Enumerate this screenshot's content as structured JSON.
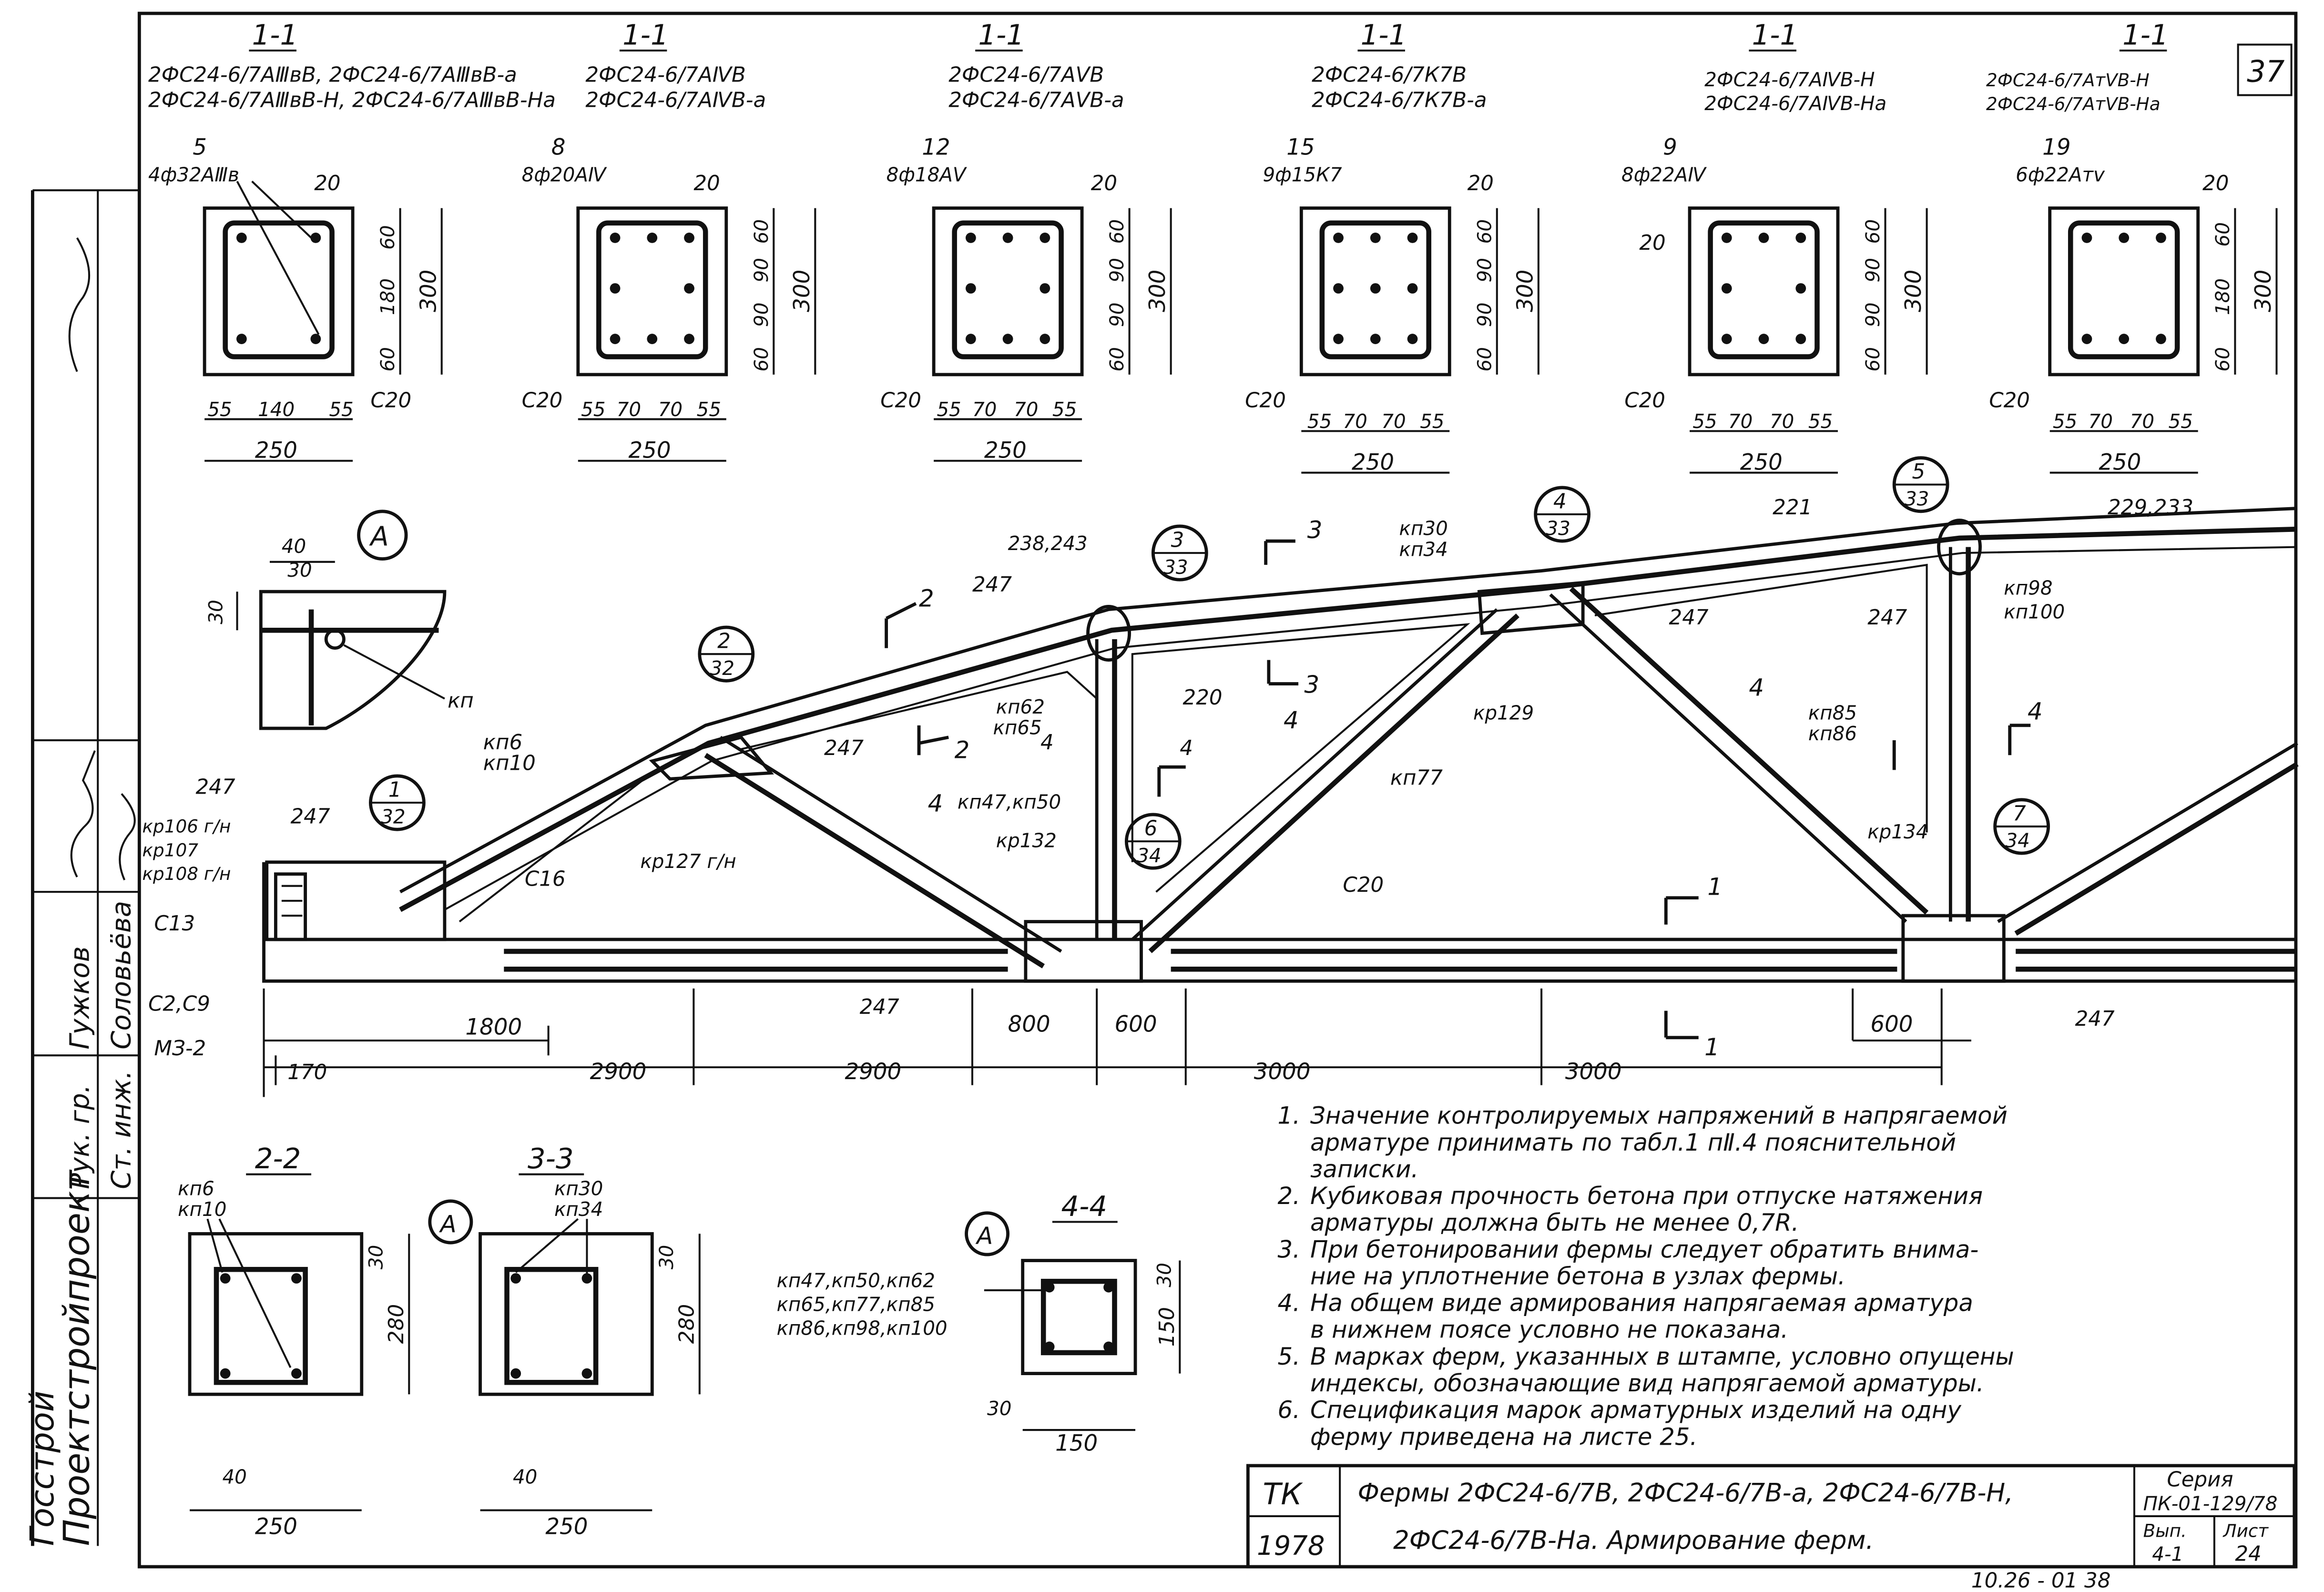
{
  "sheet": {
    "page_no": "37",
    "bottom_ref": "10.26 - 01 38",
    "colors": {
      "ink": "#111111",
      "paper": "#ffffff"
    }
  },
  "left_strip": {
    "org_a": "Проектстройпроект",
    "org_b": "Госстрой",
    "roles": [
      "Рук. гр.",
      "Ст. инж."
    ],
    "names": [
      "Гужков",
      "Соловьёва"
    ],
    "signatures_note": "signatures"
  },
  "sections_top": [
    {
      "cut": "1-1",
      "types": [
        "2ФС24-6/7АⅢвВ, 2ФС24-6/7АⅢвВ-а",
        "2ФС24-6/7АⅢвВ-Н, 2ФС24-6/7АⅢвВ-На"
      ],
      "pos": "5",
      "rebar": "4ф32АⅢв",
      "dims_w": [
        "55",
        "140",
        "55"
      ],
      "total_w": "250",
      "dims_h": [
        "60",
        "180",
        "60"
      ],
      "total_h": "300",
      "cover": "20",
      "stirrup": "С20"
    },
    {
      "cut": "1-1",
      "types": [
        "2ФС24-6/7АⅣВ",
        "2ФС24-6/7АⅣВ-а"
      ],
      "pos": "8",
      "rebar": "8ф20АⅣ",
      "dims_w": [
        "55",
        "70",
        "70",
        "55"
      ],
      "total_w": "250",
      "dims_h": [
        "60",
        "90",
        "90",
        "60"
      ],
      "total_h": "300",
      "cover": "20",
      "stirrup": "С20"
    },
    {
      "cut": "1-1",
      "types": [
        "2ФС24-6/7АⅤВ",
        "2ФС24-6/7АⅤВ-а"
      ],
      "pos": "12",
      "rebar": "8ф18АⅤ",
      "dims_w": [
        "55",
        "70",
        "70",
        "55"
      ],
      "total_w": "250",
      "dims_h": [
        "60",
        "90",
        "90",
        "60"
      ],
      "total_h": "300",
      "cover": "20",
      "stirrup": "С20"
    },
    {
      "cut": "1-1",
      "types": [
        "2ФС24-6/7К7В",
        "2ФС24-6/7К7В-а"
      ],
      "pos": "15",
      "rebar": "9ф15К7",
      "dims_w": [
        "55",
        "70",
        "70",
        "55"
      ],
      "total_w": "250",
      "dims_h": [
        "60",
        "90",
        "90",
        "60"
      ],
      "total_h": "300",
      "cover": "20",
      "stirrup": "С20"
    },
    {
      "cut": "1-1",
      "types": [
        "2ФС24-6/7АⅣВ-Н",
        "2ФС24-6/7АⅣВ-На"
      ],
      "pos": "9",
      "rebar": "8ф22АⅣ",
      "dims_w": [
        "55",
        "70",
        "70",
        "55"
      ],
      "total_w": "250",
      "dims_h": [
        "60",
        "90",
        "90",
        "60"
      ],
      "total_h": "300",
      "cover": "20",
      "stirrup": "С20"
    },
    {
      "cut": "1-1",
      "types": [
        "2ФС24-6/7АтⅤВ-Н",
        "2ФС24-6/7АтⅤВ-На"
      ],
      "pos": "19",
      "rebar": "6ф22Атⅴ",
      "dims_w": [
        "55",
        "70",
        "70",
        "55"
      ],
      "total_w": "250",
      "dims_h": [
        "60",
        "180",
        "60"
      ],
      "total_h": "300",
      "cover": "20",
      "stirrup": "С20"
    }
  ],
  "detail_a": {
    "mark": "А",
    "d1": "40",
    "d2": "30",
    "d3": "30",
    "label": "кп"
  },
  "truss": {
    "callouts": [
      {
        "num": "1",
        "sheet": "32"
      },
      {
        "num": "2",
        "sheet": "32"
      },
      {
        "num": "3",
        "sheet": "33"
      },
      {
        "num": "4",
        "sheet": "33"
      },
      {
        "num": "5",
        "sheet": "33"
      },
      {
        "num": "6",
        "sheet": "34"
      },
      {
        "num": "7",
        "sheet": "34"
      }
    ],
    "labels": [
      "247",
      "247",
      "247",
      "247",
      "247",
      "247",
      "247",
      "247",
      "кр106 г/н",
      "кр107",
      "кр108 г/н",
      "С13",
      "С2,С9",
      "МЗ-2",
      "С16",
      "кп6",
      "кп10",
      "кр127 г/н",
      "кп62",
      "кп65",
      "кп47,кп50",
      "кр132",
      "кп77",
      "кп30",
      "кп34",
      "238,243",
      "220",
      "кр129",
      "кп85",
      "кп86",
      "кр134",
      "кп98",
      "кп100",
      "221",
      "229,233",
      "С20"
    ],
    "cuts": [
      "1",
      "1",
      "2",
      "2",
      "3",
      "3",
      "4",
      "4",
      "4",
      "4",
      "4",
      "4"
    ],
    "dims": [
      "1800",
      "170",
      "2900",
      "2900",
      "800",
      "600",
      "3000",
      "3000",
      "600"
    ]
  },
  "bottom_sections": [
    {
      "cut": "2-2",
      "labels": [
        "кп6",
        "кп10"
      ],
      "dims": [
        "280",
        "30",
        "40",
        "250"
      ]
    },
    {
      "cut": "3-3",
      "labels": [
        "кп30",
        "кп34"
      ],
      "dims": [
        "280",
        "30",
        "40",
        "250"
      ]
    },
    {
      "cut": "4-4",
      "labels": [
        "кп47,кп50,кп62",
        "кп65,кп77,кп85",
        "кп86,кп98,кп100"
      ],
      "dims": [
        "30",
        "150",
        "30",
        "150"
      ]
    }
  ],
  "notes": [
    {
      "n": "1.",
      "lines": [
        "Значение контролируемых напряжений в напрягаемой",
        "арматуре принимать по табл.1 пⅡ.4 пояснительной",
        "записки."
      ]
    },
    {
      "n": "2.",
      "lines": [
        "Кубиковая прочность бетона при отпуске натяжения",
        "арматуры должна быть не менее 0,7R."
      ]
    },
    {
      "n": "3.",
      "lines": [
        "При бетонировании фермы следует обратить внима-",
        "ние на уплотнение бетона в узлах фермы."
      ]
    },
    {
      "n": "4.",
      "lines": [
        "На общем виде армирования напрягаемая арматура",
        "в нижнем поясе условно не показана."
      ]
    },
    {
      "n": "5.",
      "lines": [
        "В марках ферм, указанных в штампе, условно опущены",
        "индексы, обозначающие вид напрягаемой арматуры."
      ]
    },
    {
      "n": "6.",
      "lines": [
        "Спецификация марок арматурных изделий на одну",
        "ферму приведена на листе 25."
      ]
    }
  ],
  "title_block": {
    "code": "ТК",
    "year": "1978",
    "title_l1": "Фермы 2ФС24-6/7В, 2ФС24-6/7В-а, 2ФС24-6/7В-Н,",
    "title_l2": "2ФС24-6/7В-На. Армирование ферм.",
    "series_label": "Серия",
    "series": "ПК-01-129/78",
    "issue_label": "Вып.",
    "issue": "4-1",
    "sheet_label": "Лист",
    "sheet": "24"
  }
}
